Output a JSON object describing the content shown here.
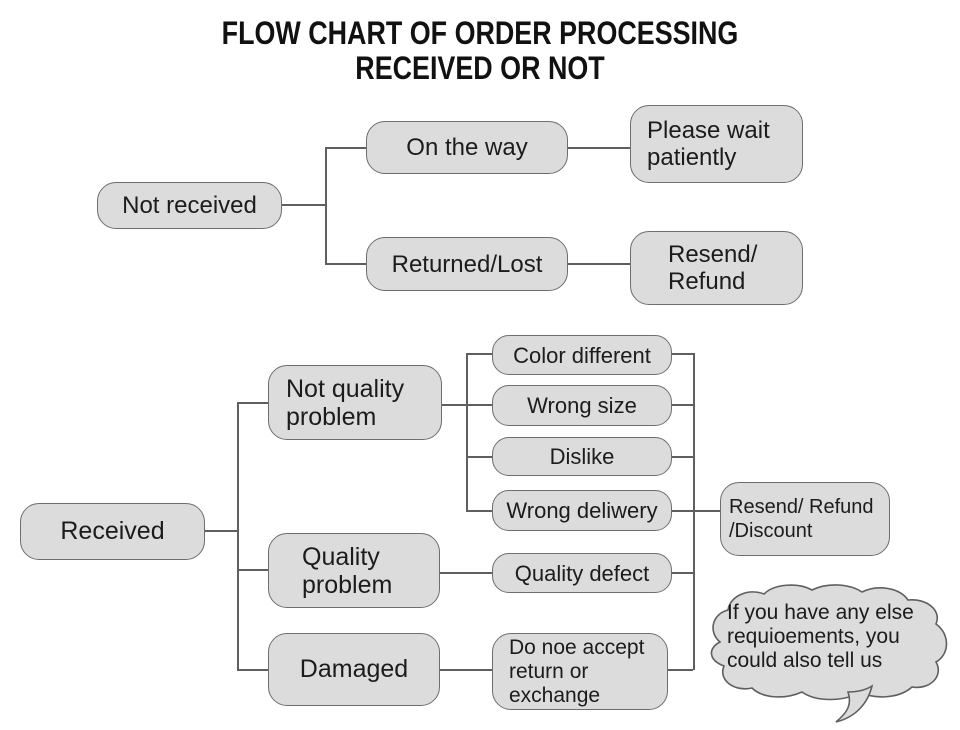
{
  "title": "FLOW CHART OF ORDER PROCESSING\nRECEIVED OR NOT",
  "colors": {
    "background": "#ffffff",
    "box_fill": "#dcdcdc",
    "box_border": "#6e6e6e",
    "connector": "#5f5f5f",
    "text": "#1c1c1c"
  },
  "flow_not_received": {
    "root": "Not received",
    "branches": [
      {
        "label": "On the way",
        "outcome": "Please wait\npatiently"
      },
      {
        "label": "Returned/Lost",
        "outcome": "Resend/\nRefund"
      }
    ]
  },
  "flow_received": {
    "root": "Received",
    "categories": [
      {
        "label": "Not quality\nproblem",
        "reasons": [
          "Color different",
          "Wrong size",
          "Dislike",
          "Wrong deliwery"
        ]
      },
      {
        "label": "Quality\nproblem",
        "reasons": [
          "Quality defect"
        ]
      },
      {
        "label": "Damaged",
        "reasons": [
          "Do noe accept\nreturn or\nexchange"
        ]
      }
    ],
    "outcome": "Resend/ Refund\n/Discount"
  },
  "note_bubble": "If you have any else\nrequioements, you\ncould also tell us"
}
